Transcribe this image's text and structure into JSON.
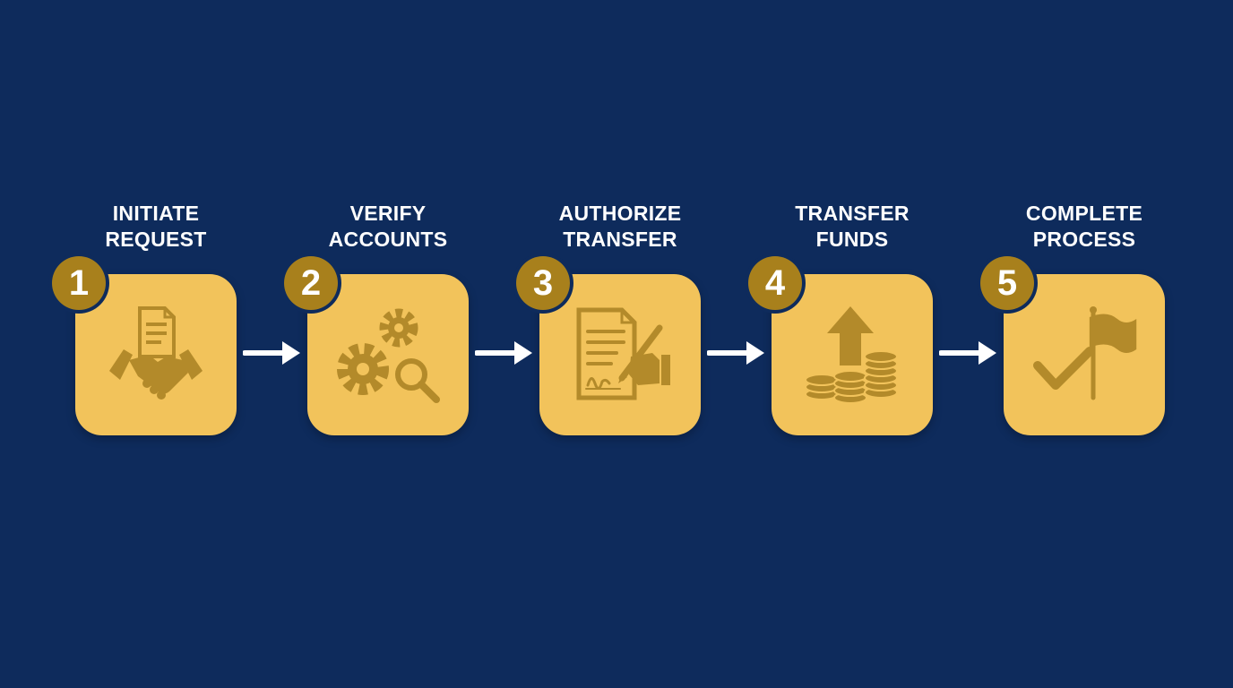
{
  "colors": {
    "background": "#0e2b5c",
    "card": "#f2c35b",
    "badge": "#a8801c",
    "icon": "#b38a2a",
    "text": "#ffffff"
  },
  "steps": [
    {
      "number": "1",
      "title": "INITIATE\nREQUEST",
      "icon": "handshake-document-icon"
    },
    {
      "number": "2",
      "title": "VERIFY\nACCOUNTS",
      "icon": "gears-magnifier-icon"
    },
    {
      "number": "3",
      "title": "AUTHORIZE\nTRANSFER",
      "icon": "signing-document-icon"
    },
    {
      "number": "4",
      "title": "TRANSFER\nFUNDS",
      "icon": "coins-up-arrow-icon"
    },
    {
      "number": "5",
      "title": "COMPLETE\nPROCESS",
      "icon": "checkmark-flag-icon"
    }
  ]
}
